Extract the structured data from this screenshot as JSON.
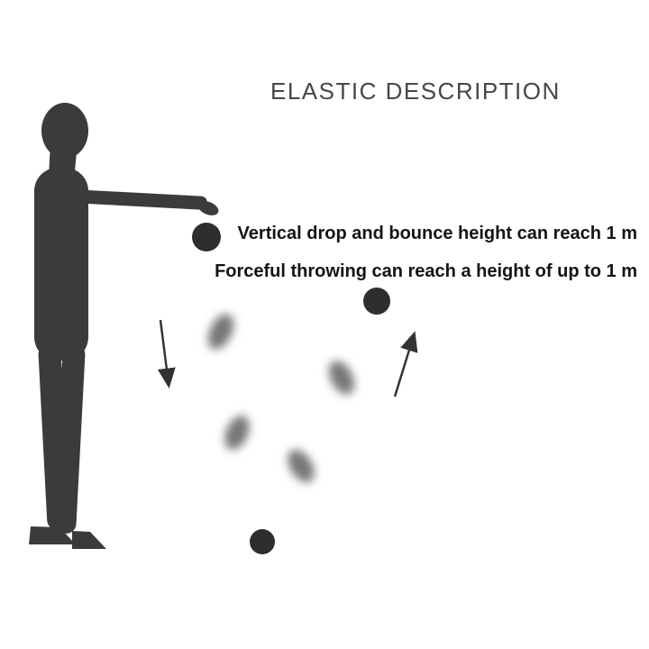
{
  "title": "ELASTIC DESCRIPTION",
  "annotations": {
    "line1": "Vertical drop and bounce height can reach 1 m",
    "line2": "Forceful throwing can reach a height of up to 1 m"
  },
  "figure": {
    "person": "standing-person-silhouette-with-extended-arm",
    "balls": {
      "at_hand": "solid ball released from hand",
      "top_right": "solid ball at top of throw",
      "bottom": "solid ball at bounce point",
      "motion_blur_count": 4
    },
    "arrows": {
      "down": "downward drop direction",
      "up": "upward bounce direction"
    }
  },
  "colors": {
    "background": "#ffffff",
    "silhouette": "#3b3b3b",
    "ball": "#2e2e2e",
    "blur_ball": "#777777",
    "arrow": "#333333",
    "title": "#474747",
    "text": "#141414"
  }
}
